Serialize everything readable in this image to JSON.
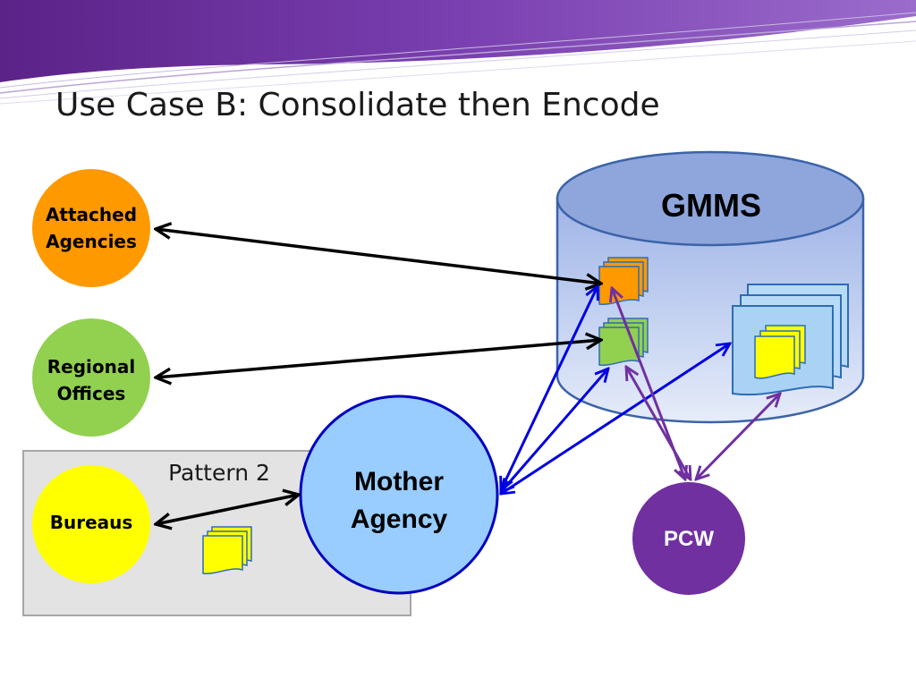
{
  "slide": {
    "title": "Use Case B: Consolidate then Encode"
  },
  "diagram": {
    "database": {
      "label": "GMMS"
    },
    "nodes": {
      "attached_agencies": {
        "line1": "Attached",
        "line2": "Agencies"
      },
      "regional_offices": {
        "line1": "Regional",
        "line2": "Offices"
      },
      "bureaus": {
        "label": "Bureaus"
      },
      "mother_agency": {
        "line1": "Mother",
        "line2": "Agency"
      },
      "pcw": {
        "label": "PCW"
      }
    },
    "pattern_group": {
      "label": "Pattern 2"
    },
    "colors": {
      "header_purple": "#7030a0",
      "attached": "#ff9900",
      "regional": "#92d050",
      "bureaus": "#ffff00",
      "mother": "#99ccff",
      "pcw": "#7030a0",
      "db_top": "#8ea6db",
      "arrow_black": "#000000",
      "arrow_blue": "#0000e0",
      "arrow_purple": "#7030a0"
    }
  }
}
